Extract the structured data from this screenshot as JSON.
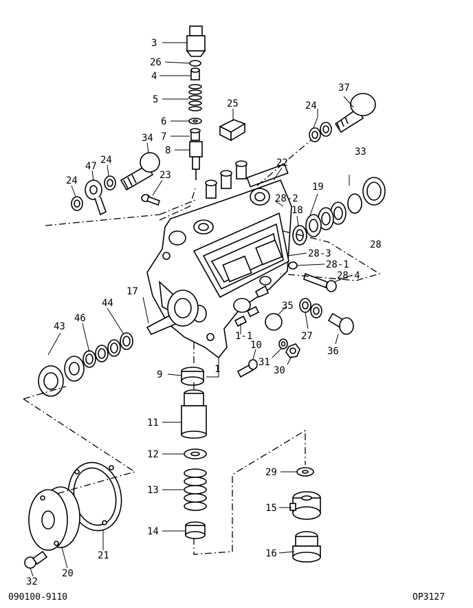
{
  "labels": {
    "p3": "3",
    "p26": "26",
    "p4": "4",
    "p5": "5",
    "p6": "6",
    "p7": "7",
    "p8": "8",
    "p25": "25",
    "p24a": "24",
    "p37": "37",
    "p34": "34",
    "p47": "47",
    "p24b": "24",
    "p24c": "24",
    "p23": "23",
    "p22": "22",
    "p33": "33",
    "p28_2": "28-2",
    "p19": "19",
    "p18": "18",
    "p28": "28",
    "p28_3": "28-3",
    "p28_1": "28-1",
    "p28_4": "28-4",
    "p17": "17",
    "p44": "44",
    "p46": "46",
    "p43": "43",
    "p35": "35",
    "p27": "27",
    "p1_1": "1-1",
    "p10": "10",
    "p36": "36",
    "p31": "31",
    "p30": "30",
    "p1": "1",
    "p9": "9",
    "p11": "11",
    "p12": "12",
    "p13": "13",
    "p14": "14",
    "p29": "29",
    "p15": "15",
    "p16": "16",
    "p21": "21",
    "p20": "20",
    "p32": "32"
  },
  "footer": {
    "left_code": "090100-9110",
    "right_code": "OP3127"
  }
}
